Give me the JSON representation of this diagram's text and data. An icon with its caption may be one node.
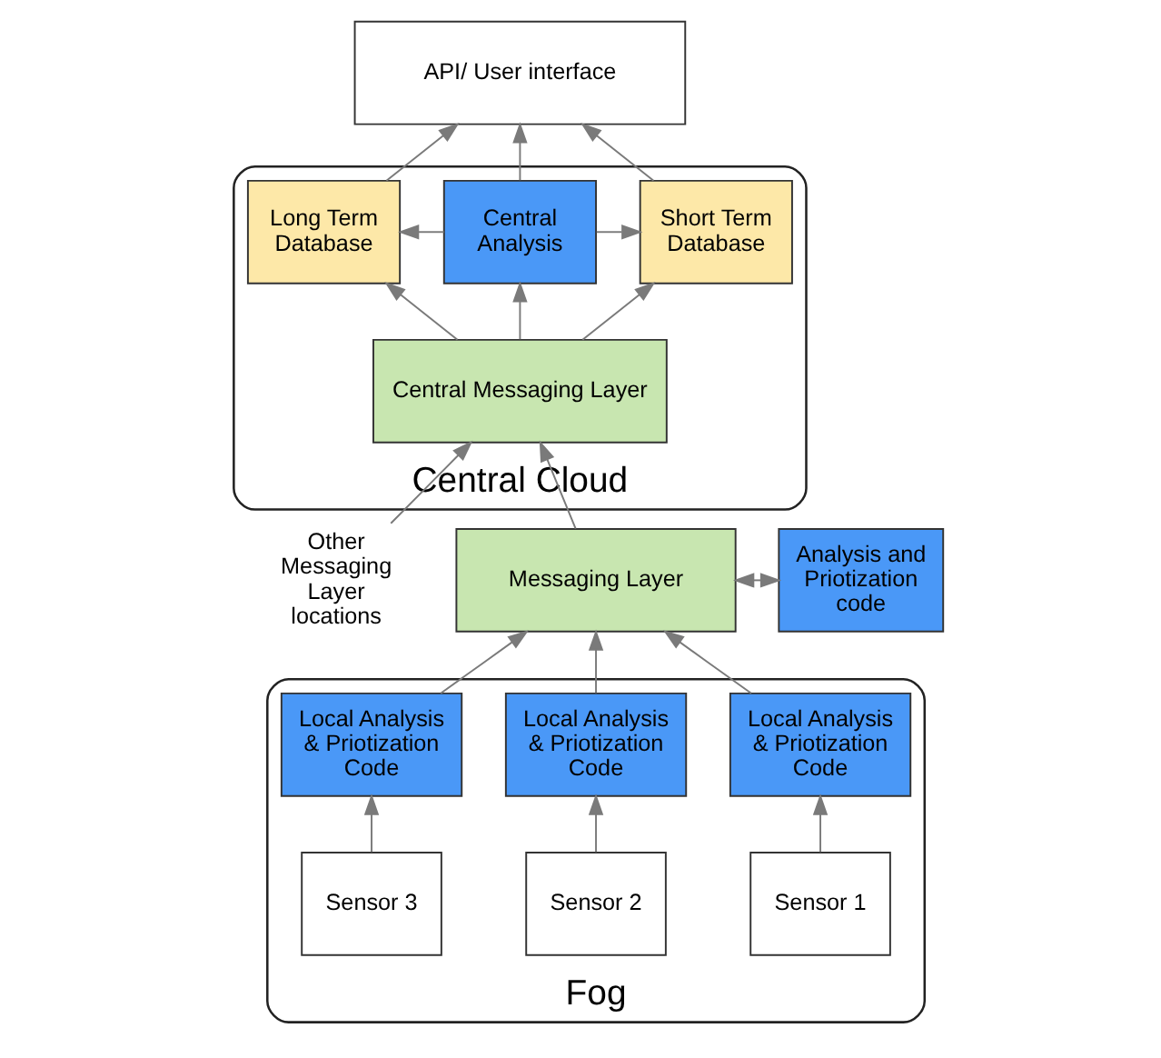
{
  "diagram": {
    "nodes": [
      {
        "text": [
          "Central Cloud"
        ]
      },
      {
        "text": [
          "API/ User interface"
        ]
      },
      {
        "text": [
          "Long Term Database"
        ],
        "in": 0
      },
      {
        "text": [
          "Central Analysis"
        ],
        "in": 0
      },
      {
        "text": [
          "Short Term Database"
        ],
        "in": 0
      },
      {
        "text": [
          "Central Messaging Layer"
        ],
        "in": 0
      },
      {
        "text": [
          "Messaging Layer"
        ]
      },
      {
        "text": [
          "Analysis and Priotization code"
        ]
      },
      {
        "text": [
          "Other Messaging Layer locations"
        ]
      },
      {
        "text": [
          "Fog"
        ]
      },
      {
        "text": [
          "Local Analysis & Priotization Code"
        ],
        "in": 9
      },
      {
        "text": [
          "Local Analysis & Priotization Code"
        ],
        "in": 9
      },
      {
        "text": [
          "Local Analysis & Priotization Code"
        ],
        "in": 9
      },
      {
        "text": [
          "Sensor 1"
        ],
        "in": 9
      },
      {
        "text": [
          "Sensor 2"
        ],
        "in": 9
      },
      {
        "text": [
          "Sensor 3"
        ],
        "in": 9
      }
    ],
    "edges": [
      {
        "from": 5,
        "to": 2,
        "arrow": "to"
      },
      {
        "from": 5,
        "to": 3,
        "arrow": "to"
      },
      {
        "from": 5,
        "to": 4,
        "arrow": "to"
      },
      {
        "from": 3,
        "to": 2,
        "arrow": "to"
      },
      {
        "from": 3,
        "to": 4,
        "arrow": "to"
      },
      {
        "from": 2,
        "to": 1,
        "arrow": "to"
      },
      {
        "from": 3,
        "to": 1,
        "arrow": "to"
      },
      {
        "from": 4,
        "to": 1,
        "arrow": "to"
      },
      {
        "from": 6,
        "to": 5,
        "arrow": "to"
      },
      {
        "from": 8,
        "to": 5,
        "arrow": "to"
      },
      {
        "from": 6,
        "to": 7,
        "arrow": "both"
      },
      {
        "from": 10,
        "to": 6,
        "arrow": "to"
      },
      {
        "from": 11,
        "to": 6,
        "arrow": "to"
      },
      {
        "from": 12,
        "to": 6,
        "arrow": "to"
      },
      {
        "from": 13,
        "to": 10,
        "arrow": "to"
      },
      {
        "from": 14,
        "to": 11,
        "arrow": "to"
      },
      {
        "from": 15,
        "to": 12,
        "arrow": "to"
      }
    ]
  }
}
